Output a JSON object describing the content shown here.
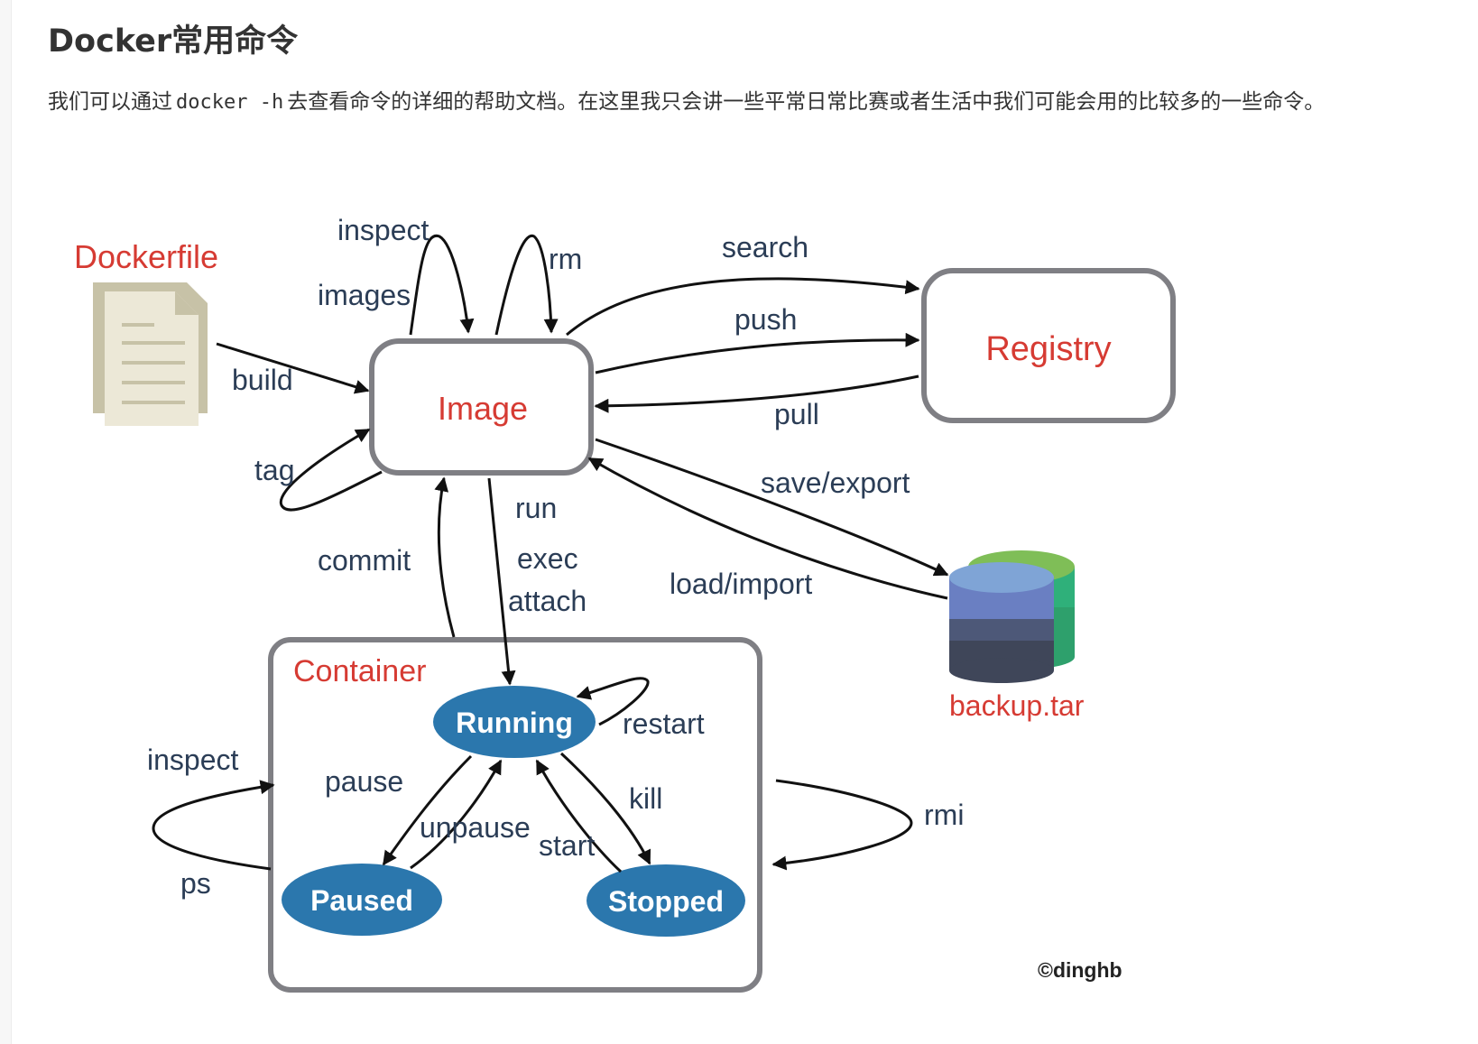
{
  "article": {
    "heading": "Docker常用命令",
    "intro_before": "我们可以通过",
    "intro_code": "docker -h",
    "intro_after": "去查看命令的详细的帮助文档。在这里我只会讲一些平常日常比赛或者生活中我们可能会用的比较多的一些命令。"
  },
  "diagram": {
    "nodes": {
      "dockerfile": "Dockerfile",
      "image": "Image",
      "registry": "Registry",
      "container": "Container",
      "backup": "backup.tar",
      "running": "Running",
      "paused": "Paused",
      "stopped": "Stopped"
    },
    "edges": {
      "inspect_image": "inspect",
      "images": "images",
      "rm": "rm",
      "search": "search",
      "push": "push",
      "pull": "pull",
      "build": "build",
      "tag": "tag",
      "save_export": "save/export",
      "load_import": "load/import",
      "commit": "commit",
      "run": "run",
      "exec": "exec",
      "attach": "attach",
      "restart": "restart",
      "pause": "pause",
      "unpause": "unpause",
      "start": "start",
      "kill": "kill",
      "inspect_container": "inspect",
      "ps": "ps",
      "rmi": "rmi"
    },
    "copyright": "©dinghb",
    "colors": {
      "node_label": "#d63b33",
      "edge_label": "#2b3d56",
      "state_fill": "#2b77ad",
      "box_stroke": "#7f7f84",
      "doc_back": "#c7c2a7",
      "doc_front": "#ece8d7",
      "disk_blue": "#7fa4d6",
      "disk_green": "#7fbe57"
    }
  }
}
